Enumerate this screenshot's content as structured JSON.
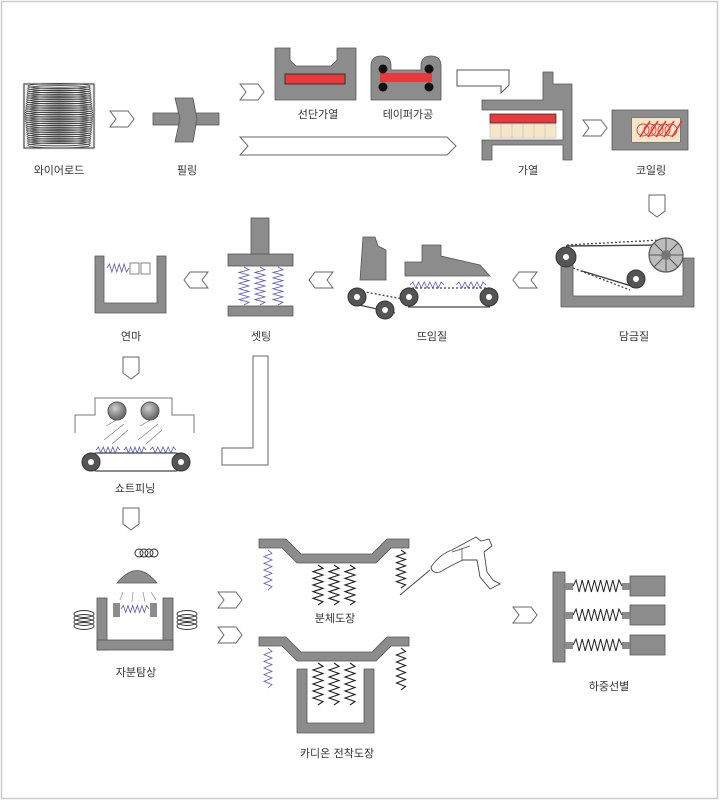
{
  "title": "스프링 제조 공정도",
  "colors": {
    "machine": "#8c8c8c",
    "machine_stroke": "#555555",
    "heater": "#e83a3a",
    "spring_blue": "#5555cc",
    "spring_black": "#222222",
    "block": "#f5e6c8",
    "arrow_stroke": "#666666",
    "border": "#cccccc"
  },
  "steps": {
    "wire_rod": "와이어로드",
    "peeling": "필링",
    "cut_heating": "선단가열",
    "taper": "테이퍼가공",
    "heating": "가열",
    "coiling": "코일링",
    "quenching": "담금질",
    "tempering": "뜨임질",
    "setting": "셋팅",
    "grinding": "연마",
    "shot_peening": "쇼트피닝",
    "magnetic_inspection": "자분탐상",
    "powder_coating": "분체도장",
    "cation_coating": "카디온 전착도장",
    "load_sorting": "하중선별"
  }
}
